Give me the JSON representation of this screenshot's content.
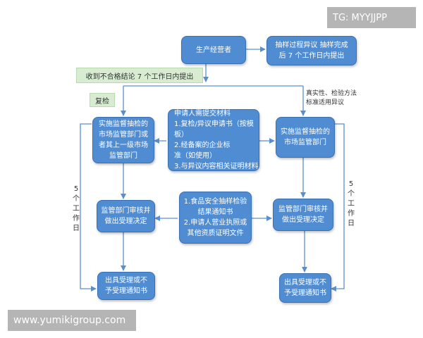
{
  "nodes": {
    "producer": "生产经营者",
    "objection": "抽样过程异议 抽样完成\n后 7 个工作日内提出",
    "left_dept": "实施监督抽检的\n市场监管部门或\n者其上一级市场\n监管部门",
    "materials": "申请人需提交材料\n1.复检/异议申请书（按模板）\n2.经备案的企业标\n准（如使用）\n3.与异议内容相关证明材料",
    "right_dept": "实施监督抽检的\n市场监管部门",
    "left_review": "监管部门审核并\n做出受理决定",
    "docs": "1.食品安全抽样检验\n结果通知书\n2.申请人营业执照或\n其他资质证明文件",
    "right_review": "监管部门审核并\n做出受理决定",
    "left_notice": "出具受理或不\n予受理通知书",
    "right_notice": "出具受理或不\n予受理通知书"
  },
  "labels": {
    "banner": "收到不合格结论 7 个工作日内提出",
    "recheck": "复检",
    "authenticity": "真实性、检验方法\n标准适用异议",
    "days_left": "5个工作日",
    "days_right": "5个工作日"
  },
  "watermarks": {
    "top": "TG: MYYJJPP",
    "bottom": "www.yumikigroup.com"
  },
  "colors": {
    "node": "#4f8cd2",
    "banner": "#d7ecd1",
    "arrow": "#5a8fcf"
  }
}
